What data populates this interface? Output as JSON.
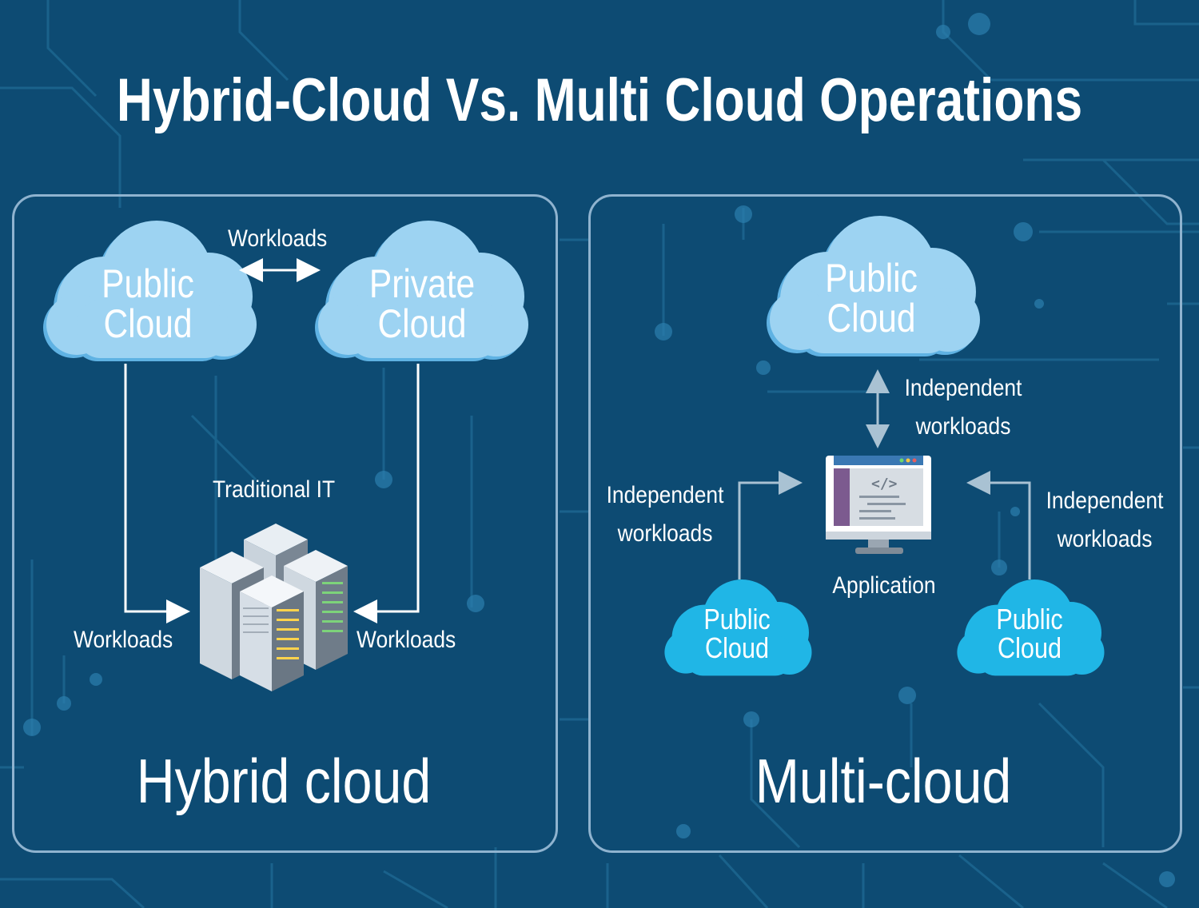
{
  "title": "Hybrid-Cloud Vs. Multi Cloud Operations",
  "hybrid": {
    "label": "Hybrid cloud",
    "public_cloud": [
      "Public",
      "Cloud"
    ],
    "private_cloud": [
      "Private",
      "Cloud"
    ],
    "workloads_top": "Workloads",
    "workloads_left": "Workloads",
    "workloads_right": "Workloads",
    "traditional_it": "Traditional IT"
  },
  "multi": {
    "label": "Multi-cloud",
    "top_cloud": [
      "Public",
      "Cloud"
    ],
    "left_cloud": [
      "Public",
      "Cloud"
    ],
    "right_cloud": [
      "Public",
      "Cloud"
    ],
    "independent_top": [
      "Independent",
      "workloads"
    ],
    "independent_left": [
      "Independent",
      "workloads"
    ],
    "independent_right": [
      "Independent",
      "workloads"
    ],
    "application": "Application"
  },
  "colors": {
    "background": "#0d4b73",
    "cloud_light": "#9dd3f2",
    "cloud_bright": "#2ec2f0",
    "border": "#8fb3cf",
    "text": "#ffffff"
  }
}
